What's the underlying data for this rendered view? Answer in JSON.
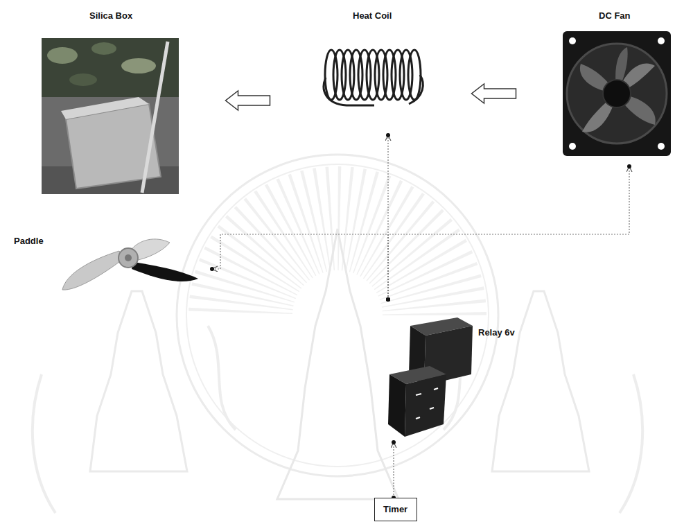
{
  "diagram": {
    "nodes": [
      {
        "text": [
          "Silica Box"
        ]
      },
      {
        "text": [
          "Heat Coil"
        ]
      },
      {
        "text": [
          "DC Fan"
        ]
      },
      {
        "text": [
          "Paddle"
        ]
      },
      {
        "text": [
          "Relay 6v"
        ]
      },
      {
        "text": [
          "Timer"
        ]
      }
    ],
    "edges": [
      {
        "from": 2,
        "to": 1,
        "arrow": "to"
      },
      {
        "from": 1,
        "to": 0,
        "arrow": "to"
      },
      {
        "from": 4,
        "to": 1,
        "arrow": "to"
      },
      {
        "from": 4,
        "to": 2,
        "arrow": "to"
      },
      {
        "from": 4,
        "to": 3,
        "arrow": "to"
      },
      {
        "from": 5,
        "to": 4,
        "arrow": "to"
      }
    ]
  }
}
